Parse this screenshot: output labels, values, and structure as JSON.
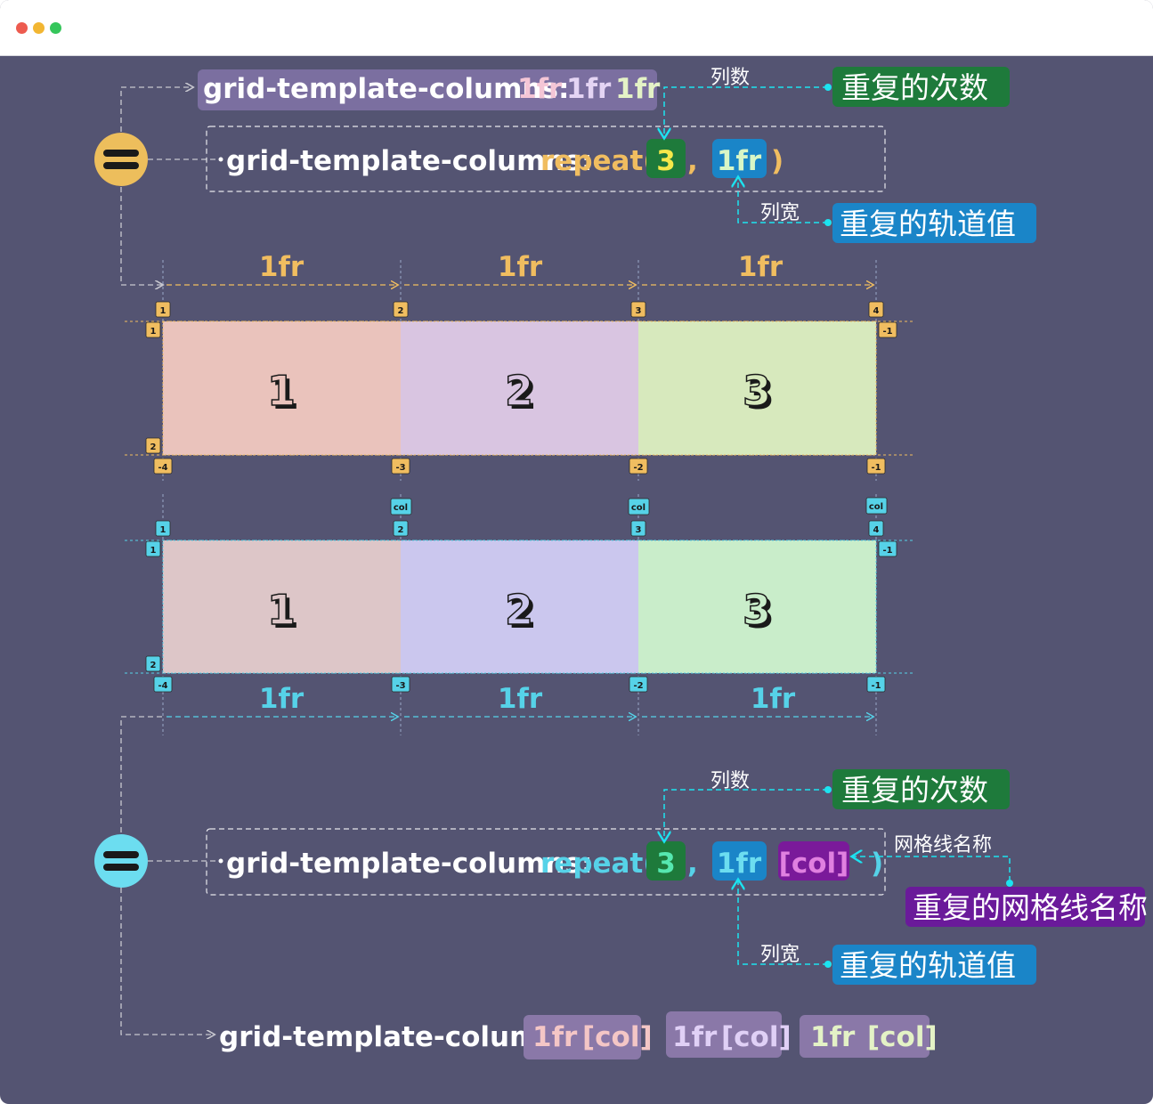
{
  "window": {
    "buttons": [
      {
        "name": "close",
        "color": "#ED5B4F"
      },
      {
        "name": "minimize",
        "color": "#F2B632"
      },
      {
        "name": "zoom",
        "color": "#35C65B"
      }
    ]
  },
  "colors": {
    "bg": "#545472",
    "orange": "#F0BD60",
    "cyan": "#56D2E8",
    "green_badge": "#1E7A3B",
    "blue_badge": "#1A85C8",
    "purple_badge": "#6A1A9A",
    "accent_cyan": "#1CE3F0"
  },
  "top": {
    "explicit_prop": "grid-template-columns:",
    "explicit_vals": [
      "1fr",
      "1fr",
      "1fr"
    ],
    "repeat_prop": "grid-template-columns:",
    "repeat_fn": "repeat(",
    "repeat_count": "3",
    "comma": ",",
    "repeat_track": "1fr",
    "close_paren": ")",
    "count_label": "列数",
    "count_tag": "重复的次数",
    "width_label": "列宽",
    "width_tag": "重复的轨道值"
  },
  "grid1": {
    "track_labels": [
      "1fr",
      "1fr",
      "1fr"
    ],
    "col_lines_top": [
      "1",
      "2",
      "3",
      "4"
    ],
    "col_lines_bottom": [
      "-4",
      "-3",
      "-2",
      "-1"
    ],
    "row_lines_left": [
      "1",
      "2"
    ],
    "row_line_right": "-1",
    "cells": [
      "1",
      "2",
      "3"
    ]
  },
  "grid2": {
    "line_names": [
      "col",
      "col",
      "col"
    ],
    "col_lines_top": [
      "1",
      "2",
      "3",
      "4"
    ],
    "col_lines_bottom": [
      "-4",
      "-3",
      "-2",
      "-1"
    ],
    "row_lines_left": [
      "1",
      "2"
    ],
    "row_line_right": "-1",
    "cells": [
      "1",
      "2",
      "3"
    ],
    "track_labels": [
      "1fr",
      "1fr",
      "1fr"
    ]
  },
  "bottom": {
    "repeat_prop": "grid-template-columns:",
    "repeat_fn": "repeat(",
    "repeat_count": "3",
    "comma": ",",
    "repeat_track": "1fr",
    "repeat_name": "[col]",
    "close_paren": ")",
    "count_label": "列数",
    "count_tag": "重复的次数",
    "name_label": "网格线名称",
    "name_tag": "重复的网格线名称",
    "width_label": "列宽",
    "width_tag": "重复的轨道值",
    "explicit_prop": "grid-template-columns:",
    "explicit_pairs": [
      {
        "track": "1fr",
        "name": "[col]"
      },
      {
        "track": "1fr",
        "name": "[col]"
      },
      {
        "track": "1fr",
        "name": "[col]"
      }
    ]
  }
}
